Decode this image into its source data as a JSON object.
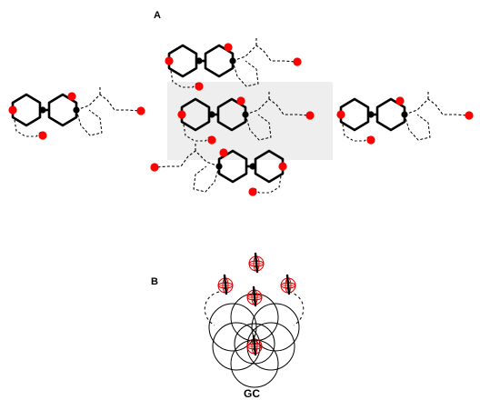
{
  "panels": {
    "a_label": "A",
    "b_label": "B",
    "b_caption": "GC"
  },
  "colors": {
    "oxygen": "#ff0000",
    "bond": "#000000",
    "highlight_box": "#eeeeee"
  }
}
